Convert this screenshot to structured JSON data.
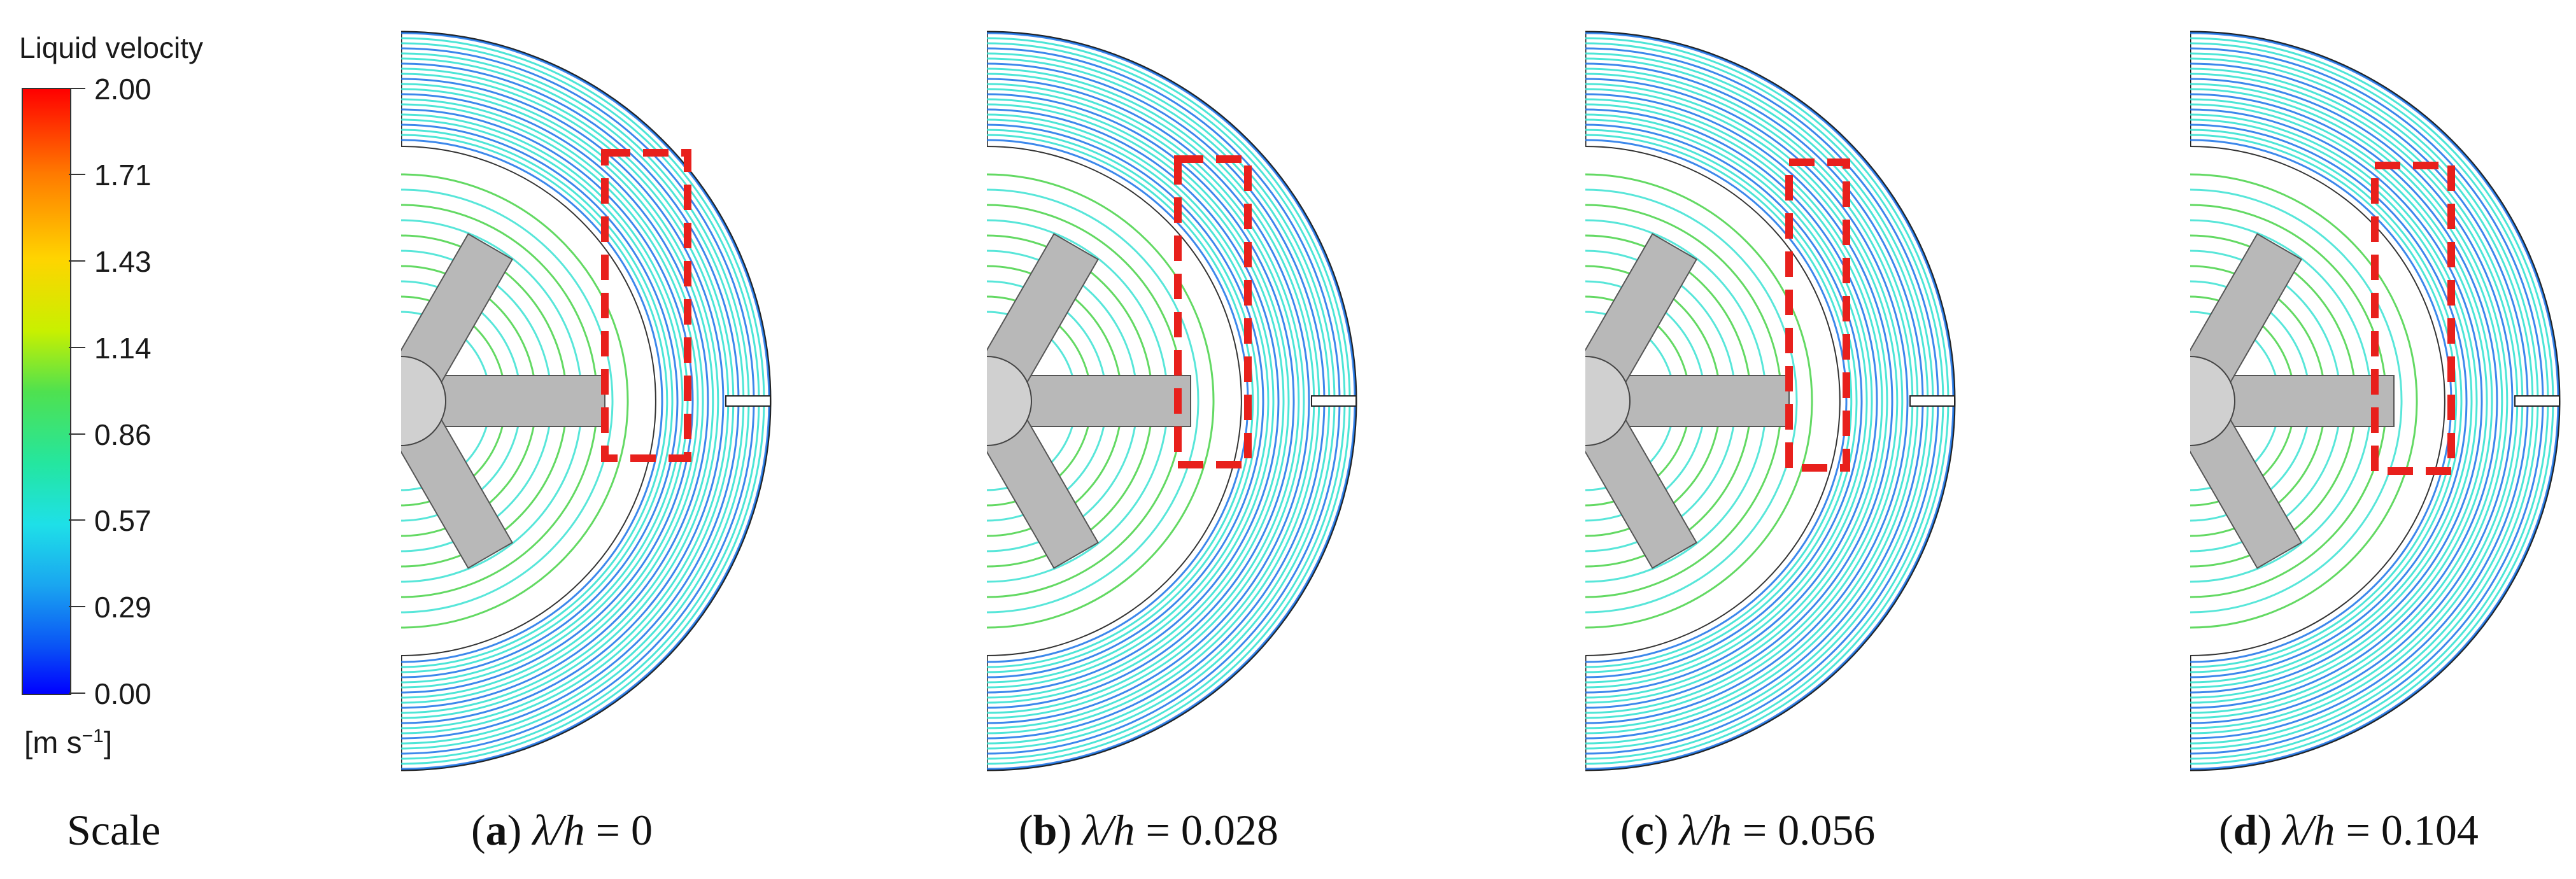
{
  "legend": {
    "title": "Liquid velocity",
    "ticks": [
      "2.00",
      "1.71",
      "1.43",
      "1.14",
      "0.86",
      "0.57",
      "0.29",
      "0.00"
    ],
    "units_base": "[m s",
    "units_sup": "−1",
    "units_close": "]"
  },
  "captions": {
    "scale": "Scale",
    "a": {
      "letter": "a",
      "var": "λ/h",
      "rest": " = 0"
    },
    "b": {
      "letter": "b",
      "var": "λ/h",
      "rest": " = 0.028"
    },
    "c": {
      "letter": "c",
      "var": "λ/h",
      "rest": " = 0.056"
    },
    "d": {
      "letter": "d",
      "var": "λ/h",
      "rest": " = 0.104"
    }
  },
  "colors": {
    "streamline_low": "#1a73e8",
    "streamline_mid": "#2ee0d0",
    "streamline_high": "#3ccf3c",
    "highlight_box": "#e8201c",
    "blade": "#b8b8b8"
  }
}
